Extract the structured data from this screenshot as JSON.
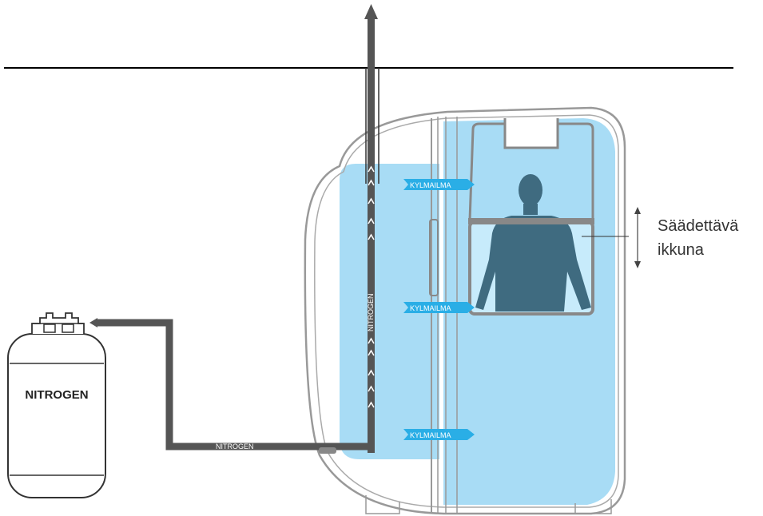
{
  "tank": {
    "label": "NITROGEN"
  },
  "pipes": {
    "horizontal_label": "NITROGEN",
    "vertical_label": "NITROGEN"
  },
  "cold_air": {
    "label": "KYLMAILMA",
    "labels": [
      "KYLMAILMA",
      "KYLMAILMA",
      "KYLMAILMA"
    ]
  },
  "window": {
    "label_line1": "Säädettävä",
    "label_line2": "ikkuna"
  },
  "colors": {
    "cold_blue": "#a8dcf5",
    "cold_arrow": "#2aaee6",
    "pipe_gray": "#555555",
    "person": "#3f6b80",
    "outline": "#888888"
  }
}
